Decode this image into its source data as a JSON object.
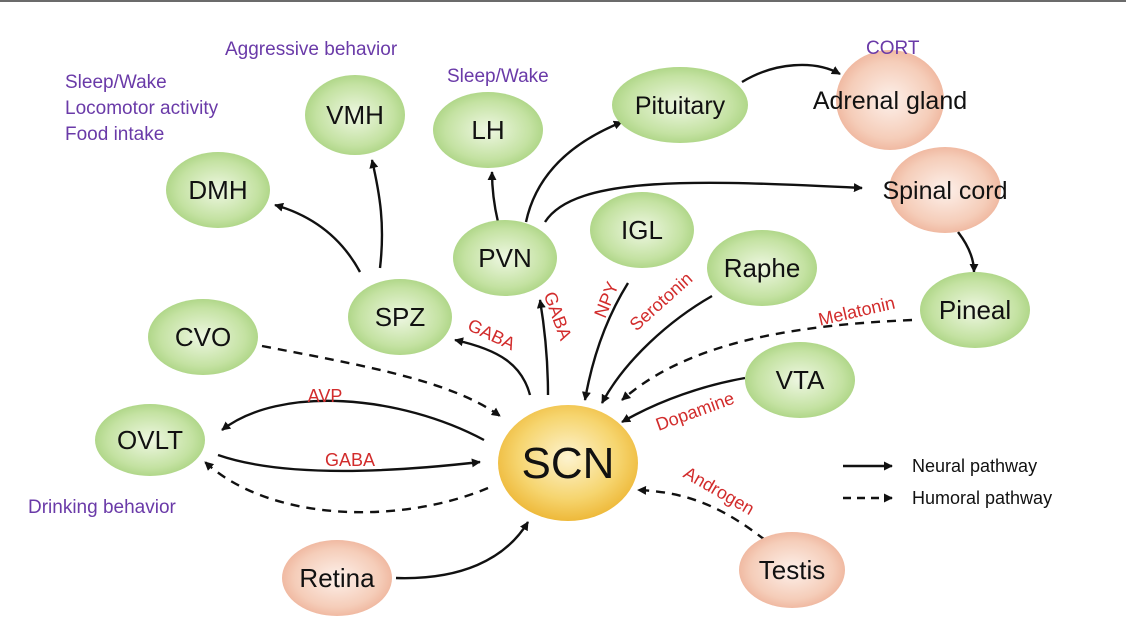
{
  "colors": {
    "green_node": "#b9dc95",
    "orange_node": "#f3c3ad",
    "scn_node": "#f2c94c",
    "molecule_text": "#d22c2c",
    "behavior_text": "#6a3aa8",
    "arrow": "#111111"
  },
  "nodes": {
    "scn": "SCN",
    "vmh": "VMH",
    "dmh": "DMH",
    "lh": "LH",
    "pvn": "PVN",
    "igl": "IGL",
    "raphe": "Raphe",
    "spz": "SPZ",
    "cvo": "CVO",
    "ovlt": "OVLT",
    "vta": "VTA",
    "pineal": "Pineal",
    "retina": "Retina",
    "testis": "Testis",
    "pituitary": "Pituitary",
    "adrenal": "Adrenal gland",
    "spinal": "Spinal cord"
  },
  "molecules": {
    "gaba_pvn": "GABA",
    "npy": "NPY",
    "serotonin": "Serotonin",
    "melatonin": "Melatonin",
    "dopamine": "Dopamine",
    "androgen": "Androgen",
    "gaba_spz": "GABA",
    "avp": "AVP",
    "gaba_ovlt": "GABA"
  },
  "behaviors": {
    "aggressive": "Aggressive behavior",
    "sleep_wake_lh": "Sleep/Wake",
    "sleep_wake_dmh": "Sleep/Wake",
    "locomotor": "Locomotor activity",
    "food": "Food intake",
    "drinking": "Drinking behavior",
    "cort": "CORT"
  },
  "legend": {
    "neural": "Neural pathway",
    "humoral": "Humoral pathway"
  }
}
